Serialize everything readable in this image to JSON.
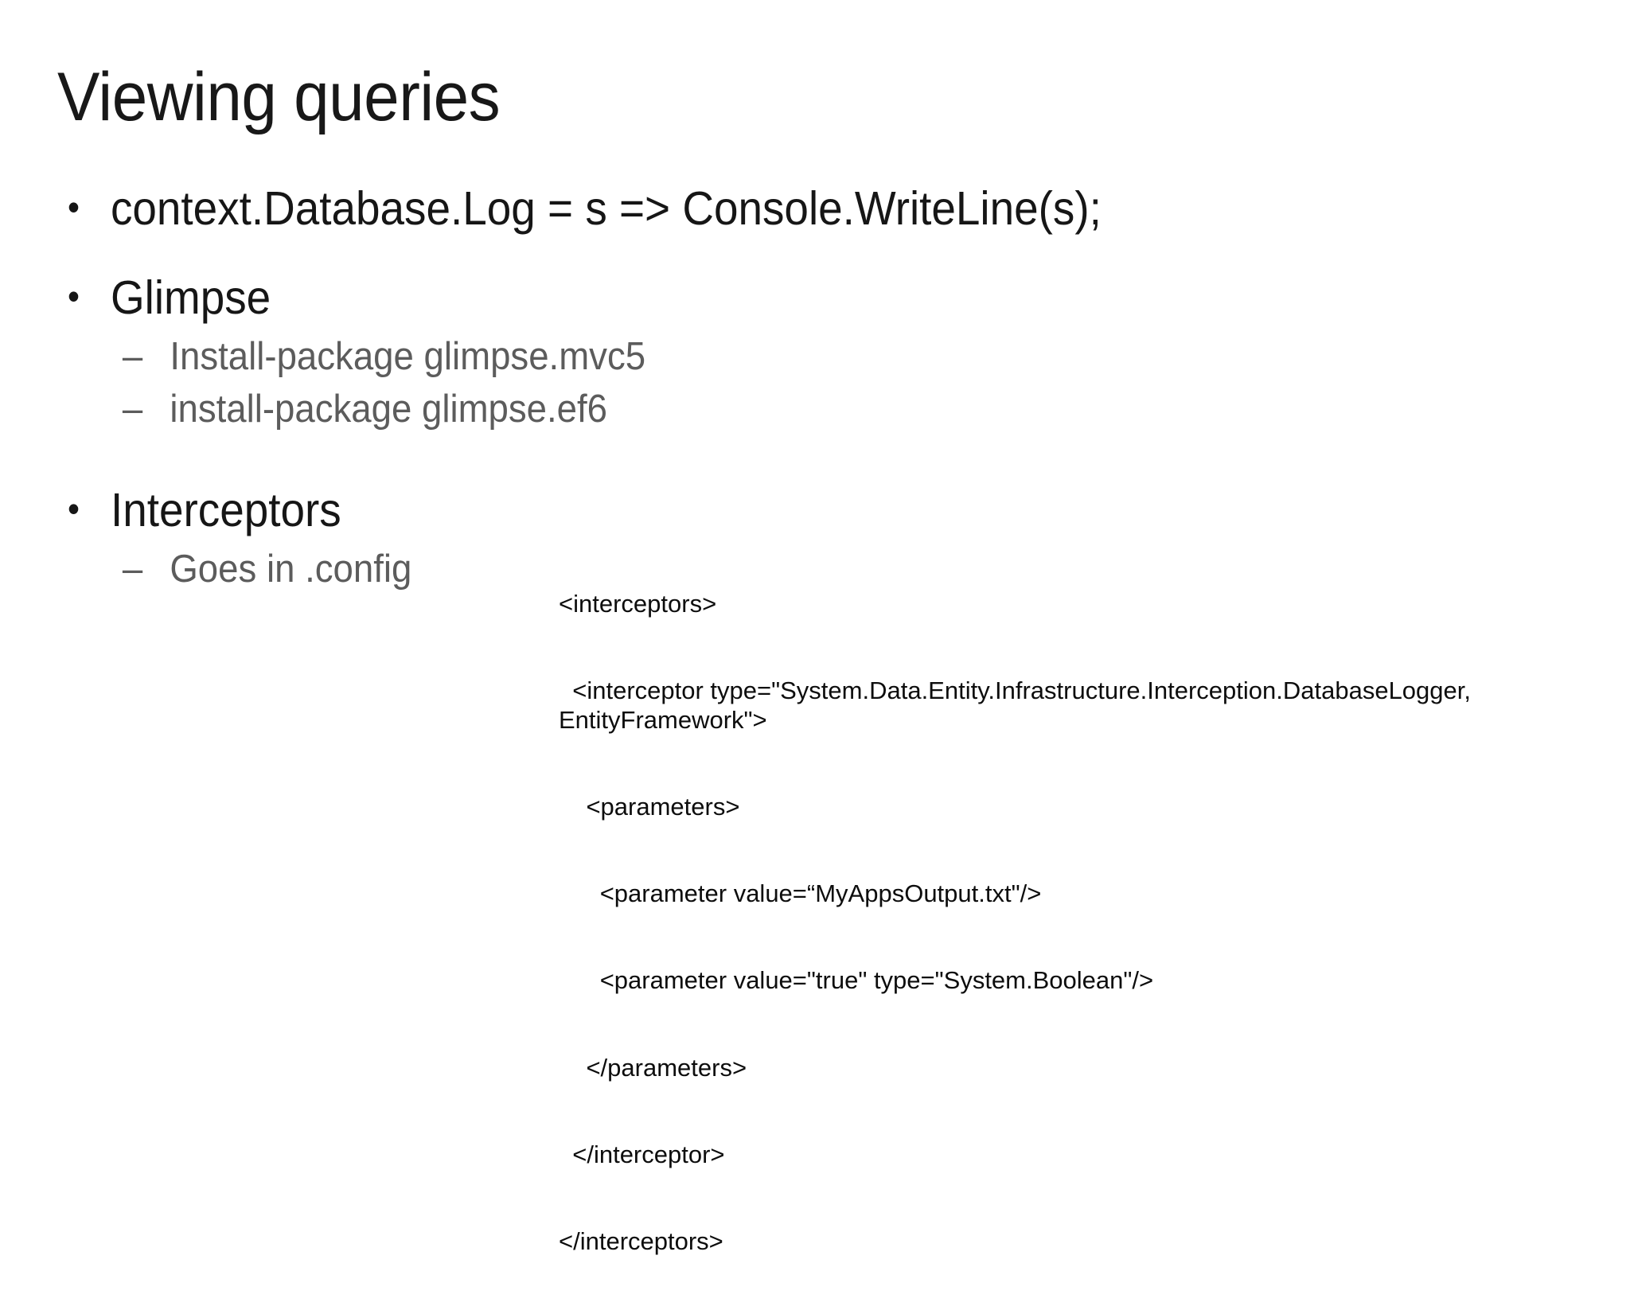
{
  "slide": {
    "title": "Viewing queries",
    "background_color": "#ffffff",
    "text_color": "#161616",
    "sub_text_color": "#5c5c5c"
  },
  "outline": {
    "bullet_glyph": "•",
    "dash_glyph": "–",
    "items": [
      {
        "level": 1,
        "text": "context.Database.Log = s => Console.WriteLine(s);"
      },
      {
        "level": 1,
        "text": "Glimpse"
      },
      {
        "level": 2,
        "text": "Install-package glimpse.mvc5"
      },
      {
        "level": 2,
        "text": "install-package glimpse.ef6"
      },
      {
        "level": 1,
        "text": "Interceptors"
      },
      {
        "level": 2,
        "text": "Goes in .config"
      }
    ]
  },
  "code_block": {
    "language": "xml",
    "lines": [
      "<interceptors>",
      "  <interceptor type=\"System.Data.Entity.Infrastructure.Interception.DatabaseLogger, EntityFramework\">",
      "    <parameters>",
      "      <parameter value=“MyAppsOutput.txt\"/>",
      "      <parameter value=\"true\" type=\"System.Boolean\"/>",
      "    </parameters>",
      "  </interceptor>",
      "</interceptors>"
    ]
  }
}
